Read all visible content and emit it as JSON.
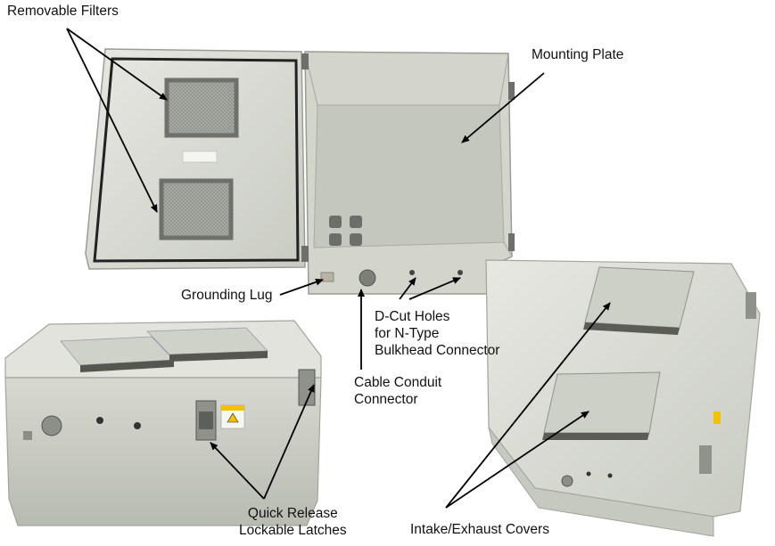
{
  "callouts": {
    "removable_filters": "Removable Filters",
    "mounting_plate": "Mounting Plate",
    "grounding_lug": "Grounding Lug",
    "dcut_line1": "D-Cut Holes",
    "dcut_line2": "for N-Type",
    "dcut_line3": "Bulkhead Connector",
    "cable_line1": "Cable Conduit",
    "cable_line2": "Connector",
    "latches_line1": "Quick Release",
    "latches_line2": "Lockable Latches",
    "covers": "Intake/Exhaust Covers"
  },
  "colors": {
    "enclosure_body": "#d9dbd3",
    "enclosure_shadow": "#b9bcb3",
    "filter_mesh": "#9fa19b",
    "latch_metal": "#8f918b",
    "warning_label": "#f2c200",
    "arrow": "#000000"
  }
}
